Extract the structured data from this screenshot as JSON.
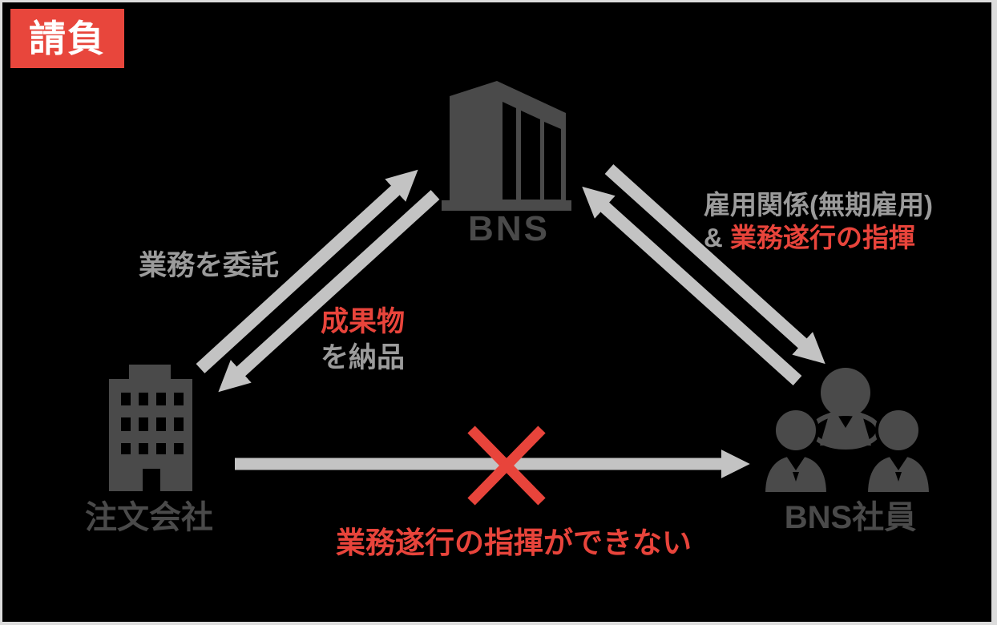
{
  "badge": {
    "label": "請負"
  },
  "nodes": {
    "bns": {
      "label": "BNS",
      "icon": "building-3d-icon"
    },
    "client": {
      "label": "注文会社",
      "icon": "office-building-icon"
    },
    "employees": {
      "label": "BNS社員",
      "icon": "people-group-icon"
    }
  },
  "edges": {
    "outsource": {
      "label": "業務を委託",
      "direction": "client→bns"
    },
    "deliver": {
      "red": "成果物",
      "gray": "を納品",
      "direction": "bns→client"
    },
    "employment": {
      "line1": "雇用関係(無期雇用)",
      "amp": "&",
      "red": "業務遂行の指揮",
      "direction": "bns⇄employees"
    },
    "no_direction": {
      "label": "業務遂行の指揮ができない",
      "direction": "client→employees",
      "blocked": true
    }
  },
  "icons": {
    "cross": "cross-icon (red ×)",
    "arrows": "light-gray straight arrows"
  },
  "colors": {
    "badge_red": "#e8463c",
    "accent_red": "#e8443b",
    "icon_dark_gray": "#4a4a4a",
    "edge_text_gray": "#9b9b9b",
    "arrow_gray": "#c3c3c3",
    "frame_border": "#dcdcdc",
    "background": "#000000"
  }
}
